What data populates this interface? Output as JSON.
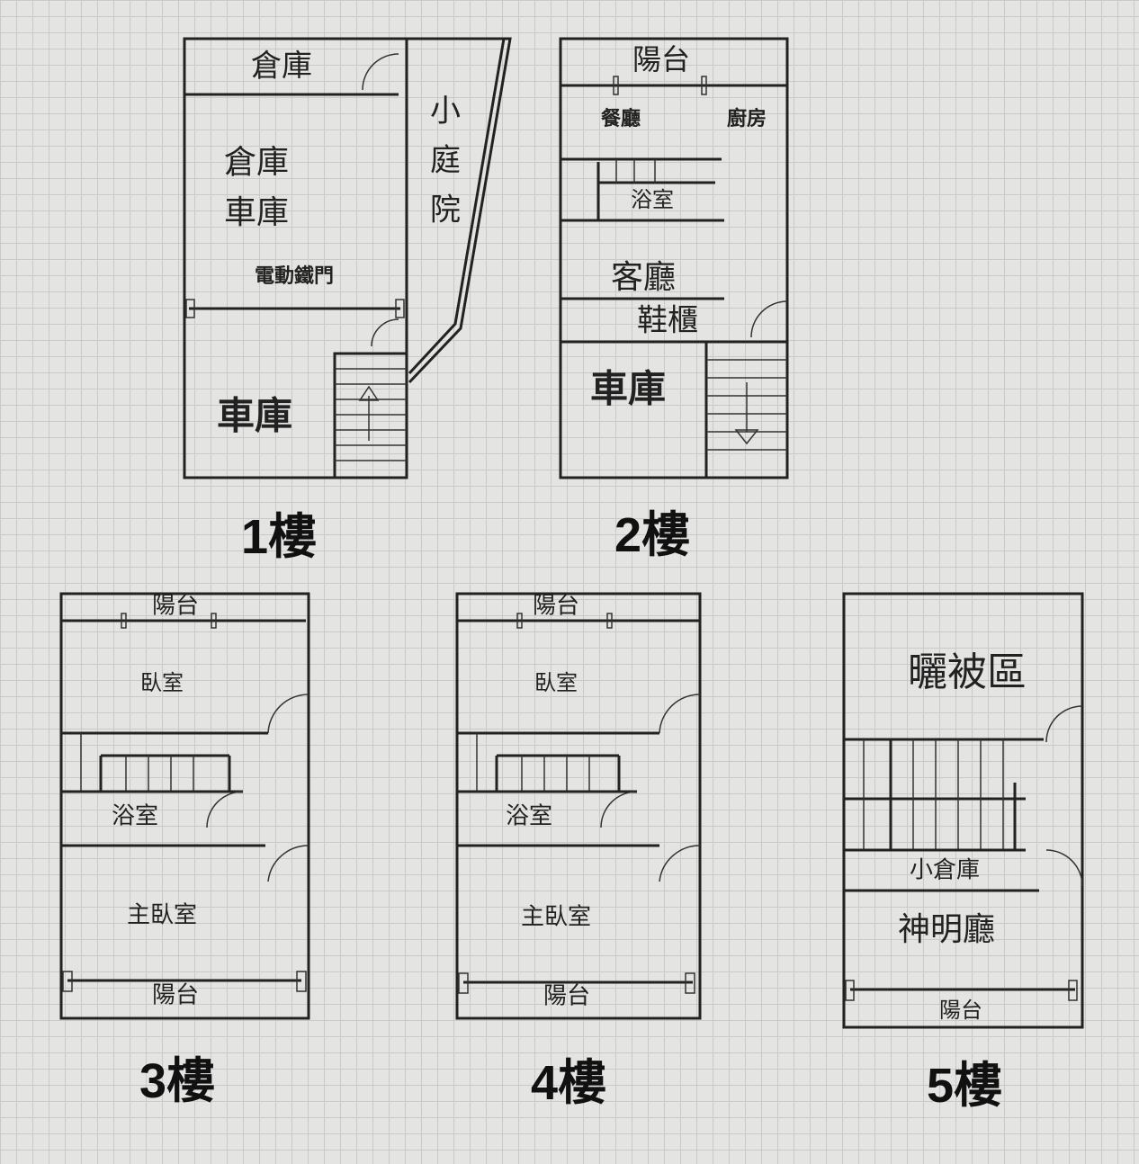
{
  "floors": [
    {
      "label": "1樓",
      "rooms": {
        "storage_top": "倉庫",
        "storage_mid": "倉庫",
        "garage_mid": "車庫",
        "gate": "電動鐵門",
        "garage": "車庫",
        "courtyard": [
          "小",
          "庭",
          "院"
        ]
      }
    },
    {
      "label": "2樓",
      "rooms": {
        "balcony": "陽台",
        "dining": "餐廳",
        "kitchen": "廚房",
        "bath": "浴室",
        "living": "客廳",
        "shoe": "鞋櫃",
        "garage": "車庫"
      }
    },
    {
      "label": "3樓",
      "rooms": {
        "balcony_top": "陽台",
        "bedroom": "臥室",
        "bath": "浴室",
        "master": "主臥室",
        "balcony_bottom": "陽台"
      }
    },
    {
      "label": "4樓",
      "rooms": {
        "balcony_top": "陽台",
        "bedroom": "臥室",
        "bath": "浴室",
        "master": "主臥室",
        "balcony_bottom": "陽台"
      }
    },
    {
      "label": "5樓",
      "rooms": {
        "drying": "曬被區",
        "storage": "小倉庫",
        "shrine": "神明廳",
        "balcony": "陽台"
      }
    }
  ]
}
